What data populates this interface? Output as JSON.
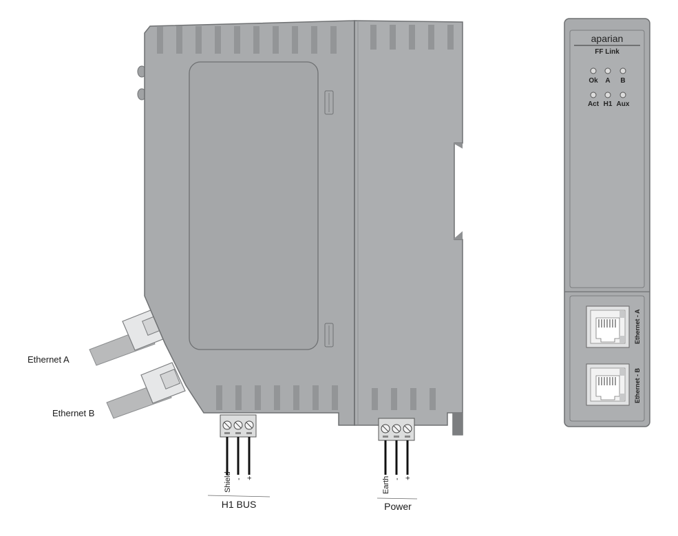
{
  "side_view": {
    "ethernet_a_label": "Ethernet A",
    "ethernet_b_label": "Ethernet B",
    "h1_terminals": [
      "Shield",
      "-",
      "+"
    ],
    "h1_group_label": "H1 BUS",
    "power_terminals": [
      "Earth",
      "-",
      "+"
    ],
    "power_group_label": "Power"
  },
  "front_view": {
    "brand": "aparian",
    "model": "FF Link",
    "leds": [
      "Ok",
      "A",
      "B",
      "Act",
      "H1",
      "Aux"
    ],
    "port_a_label": "Ethernet - A",
    "port_b_label": "Ethernet - B"
  },
  "colors": {
    "housing": "#a9abad",
    "housing_dark": "#8f9193",
    "outline": "#6e7072",
    "vent": "#909294",
    "cable": "#b8b9ba"
  }
}
